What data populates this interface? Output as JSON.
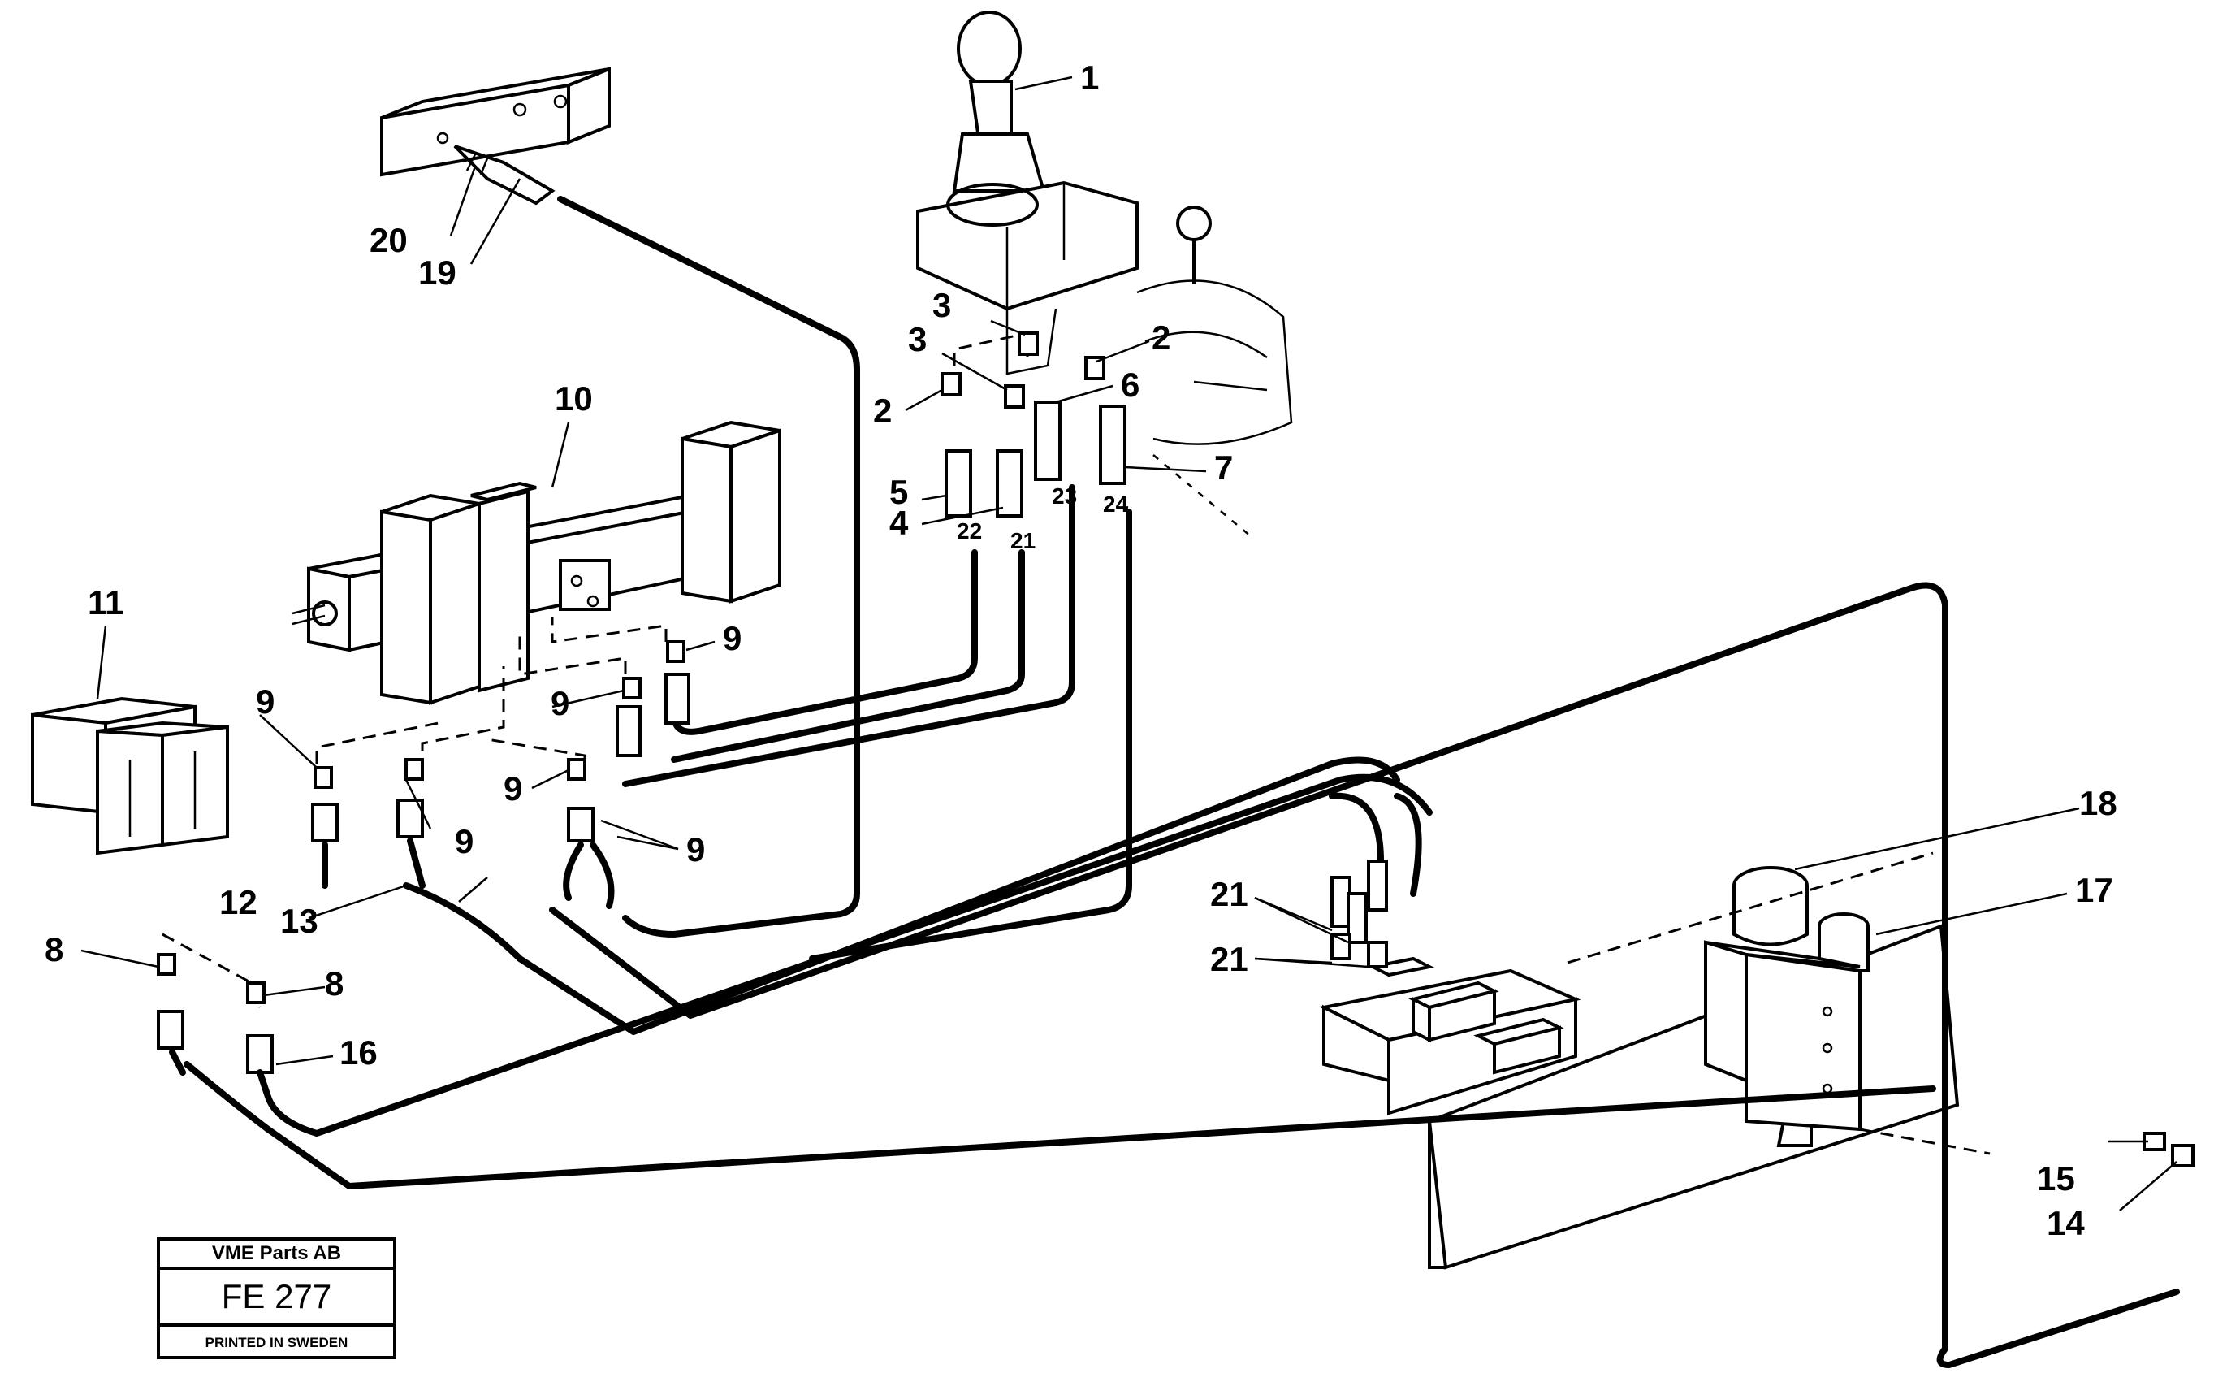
{
  "callouts": {
    "c1": "1",
    "c2a": "2",
    "c2b": "2",
    "c3a": "3",
    "c3b": "3",
    "c4": "4",
    "c5": "5",
    "c6": "6",
    "c7": "7",
    "c8a": "8",
    "c8b": "8",
    "c9a": "9",
    "c9b": "9",
    "c9c": "9",
    "c9d": "9",
    "c9e": "9",
    "c9f": "9",
    "c10": "10",
    "c11": "11",
    "c12": "12",
    "c13": "13",
    "c14": "14",
    "c15": "15",
    "c16": "16",
    "c17": "17",
    "c18": "18",
    "c19": "19",
    "c20": "20",
    "c21a": "21",
    "c21b": "21"
  },
  "hose_tags": {
    "h21": "21",
    "h22": "22",
    "h23": "23",
    "h24": "24"
  },
  "stamp": {
    "company": "VME Parts AB",
    "code": "FE 277",
    "printed": "PRINTED IN SWEDEN"
  }
}
